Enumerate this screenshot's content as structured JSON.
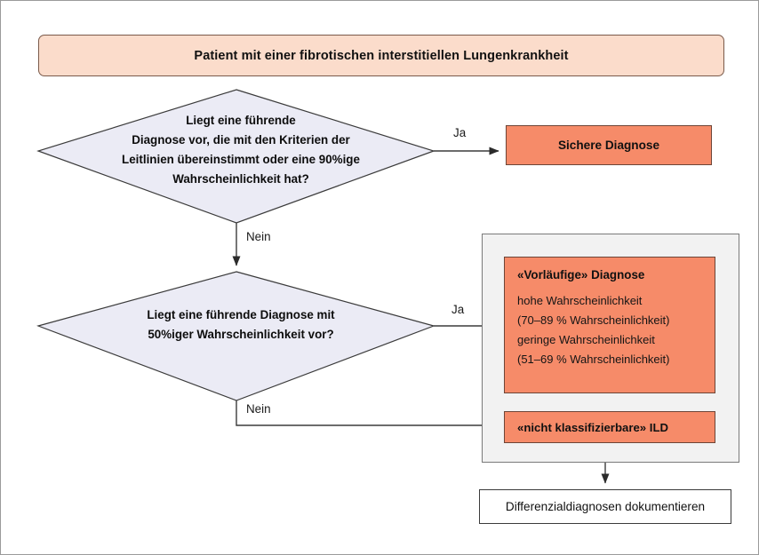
{
  "diagram": {
    "title": "Patient mit einer fibrotischen interstitiellen Lungenkrankheit",
    "nodes": {
      "top_banner": {
        "label": "Patient mit einer fibrotischen interstitiellen Lungenkrankheit",
        "shape": "rounded-rectangle",
        "fill": "#FBDCCB"
      },
      "decision_1": {
        "shape": "diamond",
        "fill": "#EBEBF5",
        "lines": [
          "Liegt eine führende",
          "Diagnose vor, die mit den Kriterien der",
          "Leitlinien übereinstimmt oder eine 90%ige",
          "Wahrscheinlichkeit hat?"
        ]
      },
      "decision_2": {
        "shape": "diamond",
        "fill": "#EBEBF5",
        "lines": [
          "Liegt eine führende Diagnose mit",
          "50%iger Wahrscheinlichkeit vor?"
        ]
      },
      "sichere_diagnose": {
        "label": "Sichere Diagnose",
        "shape": "rectangle",
        "fill": "#F68B69"
      },
      "vorlaeufige_diagnose": {
        "title": "«Vorläufige» Diagnose",
        "shape": "rectangle",
        "fill": "#F68B69",
        "lines": [
          "hohe Wahrscheinlichkeit",
          "(70–89 % Wahrscheinlichkeit)",
          "geringe Wahrscheinlichkeit",
          "(51–69 % Wahrscheinlichkeit)"
        ]
      },
      "nicht_klassifizierbare_ild": {
        "label": "«nicht klassifizierbare» ILD",
        "shape": "rectangle",
        "fill": "#F68B69"
      },
      "dokumentieren": {
        "label": "Differenzialdiagnosen dokumentieren",
        "shape": "rectangle",
        "fill": "#FFFFFF"
      }
    },
    "edges": {
      "decision_1_yes": "Ja",
      "decision_1_no": "Nein",
      "decision_2_yes": "Ja",
      "decision_2_no": "Nein"
    },
    "colors": {
      "banner_fill": "#FBDCCB",
      "diamond_fill": "#EBEBF5",
      "accent_orange": "#F68B69",
      "group_fill": "#F2F2F2",
      "stroke": "#3B3B3B"
    }
  }
}
